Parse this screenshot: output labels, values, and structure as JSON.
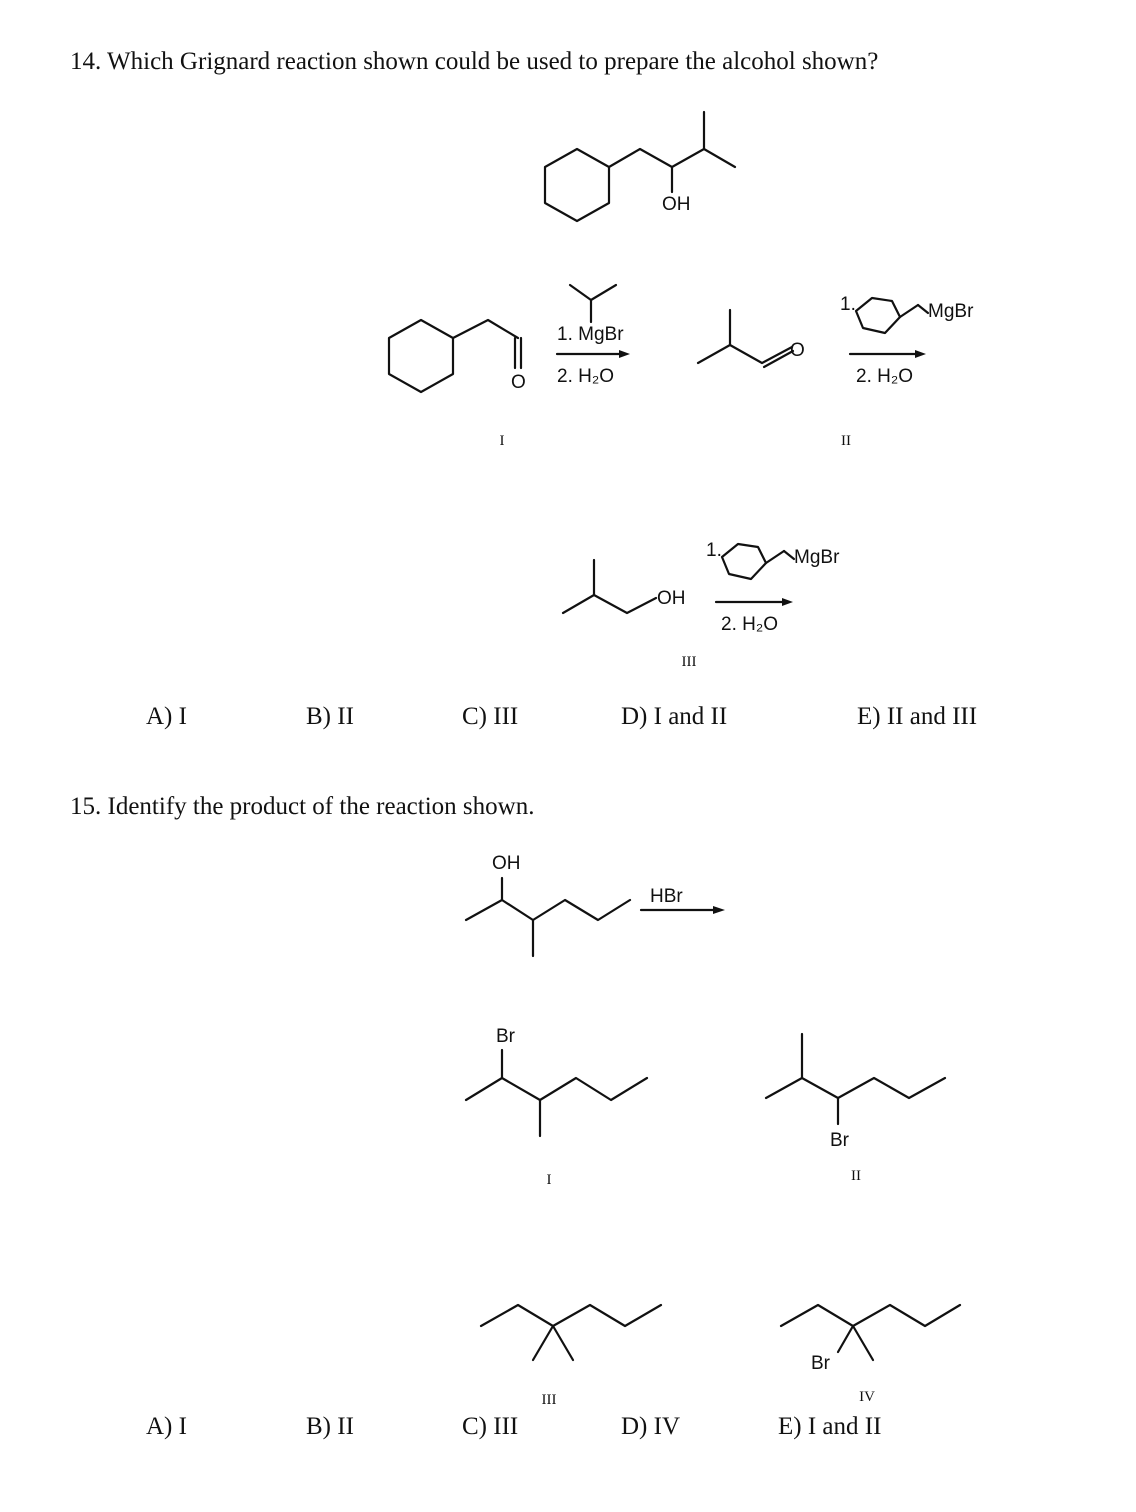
{
  "q14": {
    "question": "14.  Which Grignard reaction shown could be used to prepare the alcohol shown?",
    "target_label_oh": "OH",
    "reactions": [
      {
        "numeral": "I",
        "reagent1": "1.  MgBr",
        "reagent2": "2. H₂O",
        "carbonyl_o": "O"
      },
      {
        "numeral": "II",
        "reagent1": "1.",
        "reagent1_mgbr": "MgBr",
        "reagent2": "2. H₂O",
        "carbonyl_o": "O"
      },
      {
        "numeral": "III",
        "reagent1": "1.",
        "reagent1_mgbr": "MgBr",
        "reagent2": "2. H₂O",
        "oh": "OH"
      }
    ],
    "answers": [
      "A) I",
      "B) II",
      "C) III",
      "D) I and II",
      "E) II and III"
    ]
  },
  "q15": {
    "question": "15.  Identify the product of the reaction shown.",
    "start_oh": "OH",
    "reagent": "HBr",
    "products": [
      {
        "numeral": "I",
        "label": "Br"
      },
      {
        "numeral": "II",
        "label": "Br"
      },
      {
        "numeral": "III"
      },
      {
        "numeral": "IV",
        "label": "Br"
      }
    ],
    "answers": [
      "A) I",
      "B) II",
      "C) III",
      "D) IV",
      "E) I and II"
    ]
  }
}
